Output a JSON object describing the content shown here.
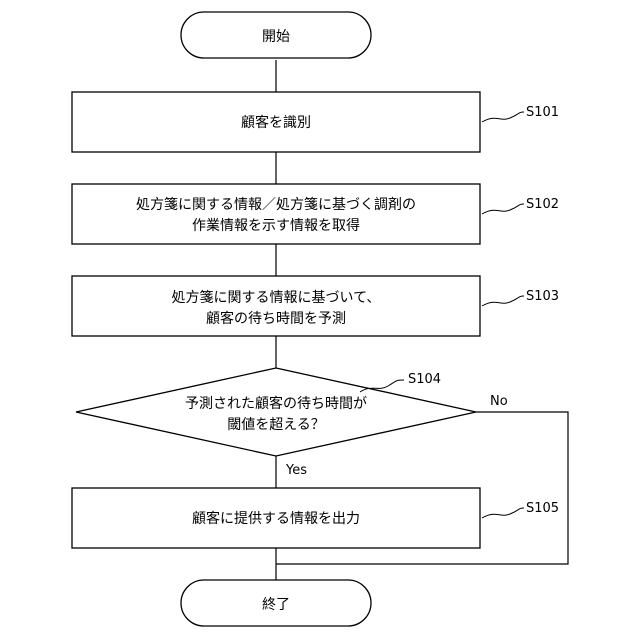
{
  "flowchart": {
    "start": {
      "label": "開始"
    },
    "end": {
      "label": "終了"
    },
    "steps": [
      {
        "id": "S101",
        "lines": [
          "顧客を識別"
        ]
      },
      {
        "id": "S102",
        "lines": [
          "処方箋に関する情報／処方箋に基づく調剤の",
          "作業情報を示す情報を取得"
        ]
      },
      {
        "id": "S103",
        "lines": [
          "処方箋に関する情報に基づいて、",
          "顧客の待ち時間を予測"
        ]
      },
      {
        "id": "S105",
        "lines": [
          "顧客に提供する情報を出力"
        ]
      }
    ],
    "decision": {
      "id": "S104",
      "lines": [
        "予測された顧客の待ち時間が",
        "閾値を超える？"
      ],
      "yes_label": "Yes",
      "no_label": "No"
    }
  }
}
